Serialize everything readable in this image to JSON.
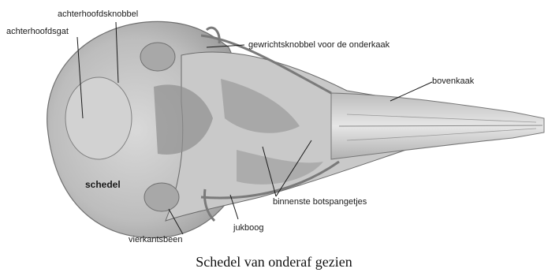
{
  "labels": {
    "achterhoofdsknobbel": "achterhoofdsknobbel",
    "achterhoofdsgat": "achterhoofdsgat",
    "gewrichtsknobbel": "gewrichtsknobbel voor de onderkaak",
    "bovenkaak": "bovenkaak",
    "schedel": "schedel",
    "binnenste_botspangetjes": "binnenste botspangetjes",
    "jukboog": "jukboog",
    "vierkantsbeen": "vierkantsbeen"
  },
  "caption": "Schedel van onderaf gezien"
}
